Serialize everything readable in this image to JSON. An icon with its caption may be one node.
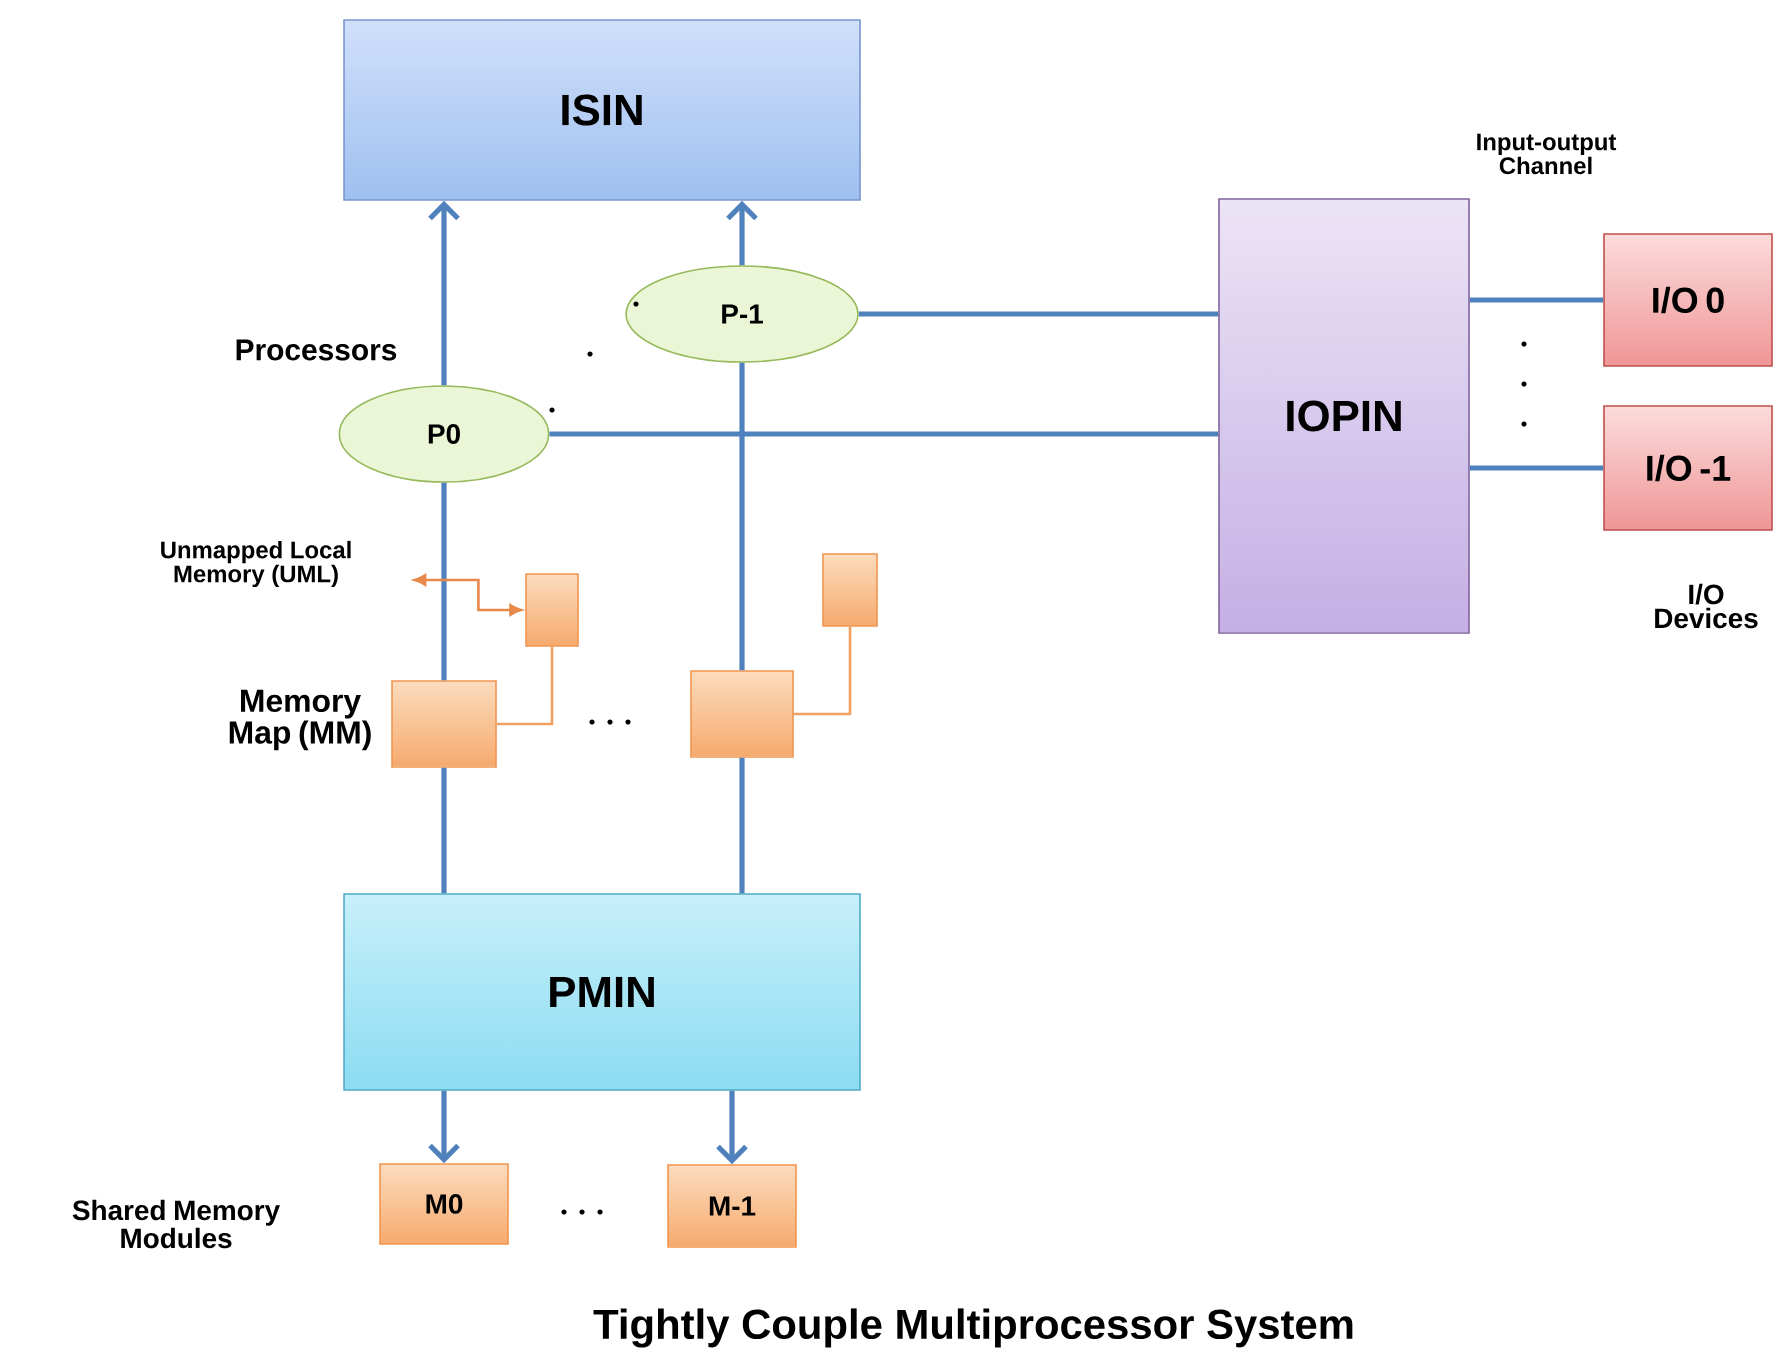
{
  "diagram": {
    "caption": "Tightly Couple Multiprocessor System",
    "nodes": [
      {
        "text": [
          "ISIN"
        ]
      },
      {
        "text": [
          "P0"
        ]
      },
      {
        "text": [
          "P-1"
        ]
      },
      {
        "text": [
          "IOPIN"
        ]
      },
      {
        "text": [
          "I/O 0"
        ]
      },
      {
        "text": [
          "I/O -1"
        ]
      },
      {
        "text": [
          "Unmapped Local Memory (UML)"
        ]
      },
      {
        "text": [],
        "shape": "box"
      },
      {
        "text": [],
        "shape": "box"
      },
      {
        "text": [],
        "shape": "box"
      },
      {
        "text": [],
        "shape": "box"
      },
      {
        "text": [
          "PMIN"
        ]
      },
      {
        "text": [
          "M0"
        ]
      },
      {
        "text": [
          "M-1"
        ]
      }
    ],
    "edges": [
      {
        "from": 1,
        "to": 0,
        "arrow": "to"
      },
      {
        "from": 2,
        "to": 0,
        "arrow": "to"
      },
      {
        "from": 9,
        "to": 1,
        "arrow": "none"
      },
      {
        "from": 10,
        "to": 2,
        "arrow": "none"
      },
      {
        "from": 11,
        "to": 9,
        "arrow": "none"
      },
      {
        "from": 11,
        "to": 10,
        "arrow": "none"
      },
      {
        "from": 1,
        "to": 3,
        "arrow": "none"
      },
      {
        "from": 2,
        "to": 3,
        "arrow": "none"
      },
      {
        "from": 3,
        "to": 4,
        "arrow": "none"
      },
      {
        "from": 3,
        "to": 5,
        "arrow": "none"
      },
      {
        "from": 11,
        "to": 12,
        "arrow": "to"
      },
      {
        "from": 11,
        "to": 13,
        "arrow": "to"
      },
      {
        "from": 9,
        "to": 7,
        "arrow": "none",
        "color": "#f0a060"
      },
      {
        "from": 10,
        "to": 8,
        "arrow": "none",
        "color": "#f0a060"
      },
      {
        "from": 6,
        "to": 7,
        "arrow": "both",
        "color": "#e8884a"
      }
    ],
    "labels": [
      "Processors",
      "Memory Map (MM)",
      "Shared Memory Modules",
      "Input-output Channel",
      "I/O Devices"
    ]
  }
}
